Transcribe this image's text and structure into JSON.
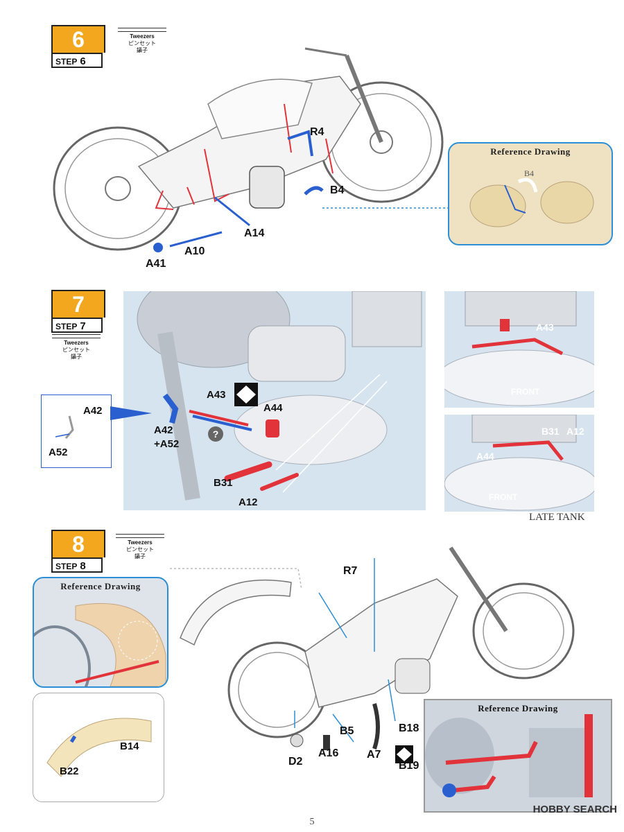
{
  "tool": {
    "name_en": "Tweezers",
    "name_jp": "ピンセット",
    "name_cn": "鑷子"
  },
  "steps": [
    {
      "number": "6",
      "label": "STEP",
      "parts": [
        "R4",
        "B4",
        "A14",
        "A10",
        "A41"
      ],
      "reference": {
        "title": "Reference Drawing",
        "part": "B4"
      }
    },
    {
      "number": "7",
      "label": "STEP",
      "parts": [
        "A43",
        "A44",
        "A42",
        "A42 +A52",
        "B31",
        "A12",
        "A52"
      ],
      "inset_parts": [
        "A42",
        "A52"
      ],
      "side_views": [
        {
          "parts": [
            "A43"
          ],
          "caption": "FRONT"
        },
        {
          "parts": [
            "B31",
            "A12",
            "A44"
          ],
          "caption": "FRONT"
        }
      ],
      "note": "LATE TANK"
    },
    {
      "number": "8",
      "label": "STEP",
      "parts": [
        "R7",
        "B5",
        "B18",
        "B19",
        "A7",
        "A16",
        "D2",
        "B14",
        "B22"
      ],
      "reference_left": {
        "title": "Reference Drawing"
      },
      "reference_right": {
        "title": "Reference Drawing"
      }
    }
  ],
  "page_number": "5",
  "watermark": "HOBBY SEARCH",
  "colors": {
    "step_orange": "#f2a71e",
    "ref_blue": "#2d8fd6",
    "part_red": "#e2323a",
    "part_blue": "#2a5fd0",
    "photo_bg": "#dfe6ee",
    "cream": "#f3e4bb"
  }
}
